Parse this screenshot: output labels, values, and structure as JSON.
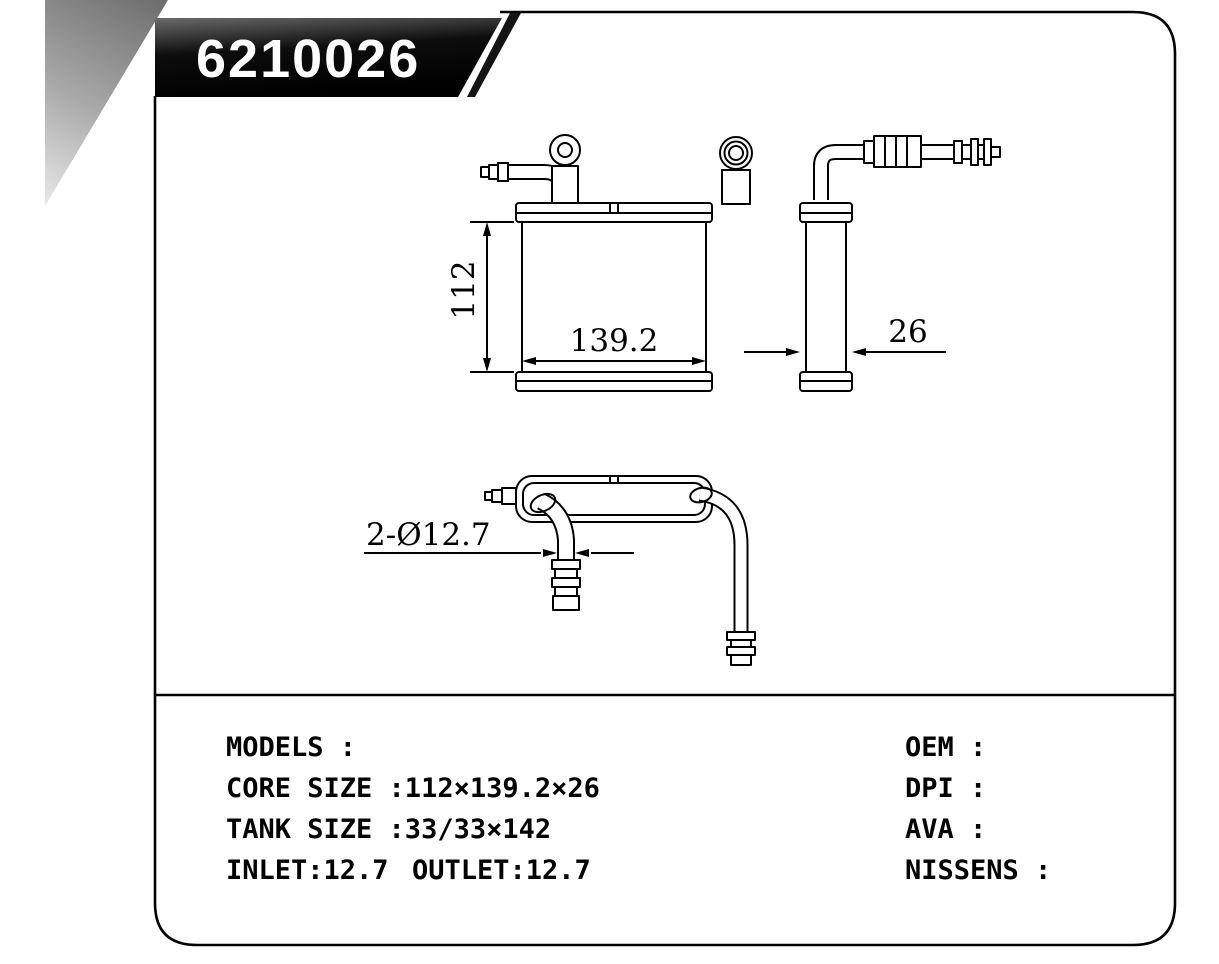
{
  "banner": {
    "part_number": "6210026"
  },
  "drawing": {
    "dim_core_height": "112",
    "dim_core_width": "139.2",
    "dim_core_depth": "26",
    "dim_pipe_diameter": "2-Ø12.7"
  },
  "specs": {
    "models": "MODELS :",
    "core_size": "CORE SIZE :112×139.2×26",
    "tank_size": "TANK SIZE :33/33×142",
    "inlet": "INLET:12.7",
    "outlet": "OUTLET:12.7",
    "oem": "OEM :",
    "dpi": "DPI :",
    "ava": "AVA :",
    "nissens": "NISSENS :"
  },
  "colors": {
    "line": "#000000",
    "banner_fill": "#000000",
    "banner_text": "#ffffff",
    "corner_gradient_dark": "#6e6e6e",
    "corner_gradient_light": "#e8e8e8"
  }
}
